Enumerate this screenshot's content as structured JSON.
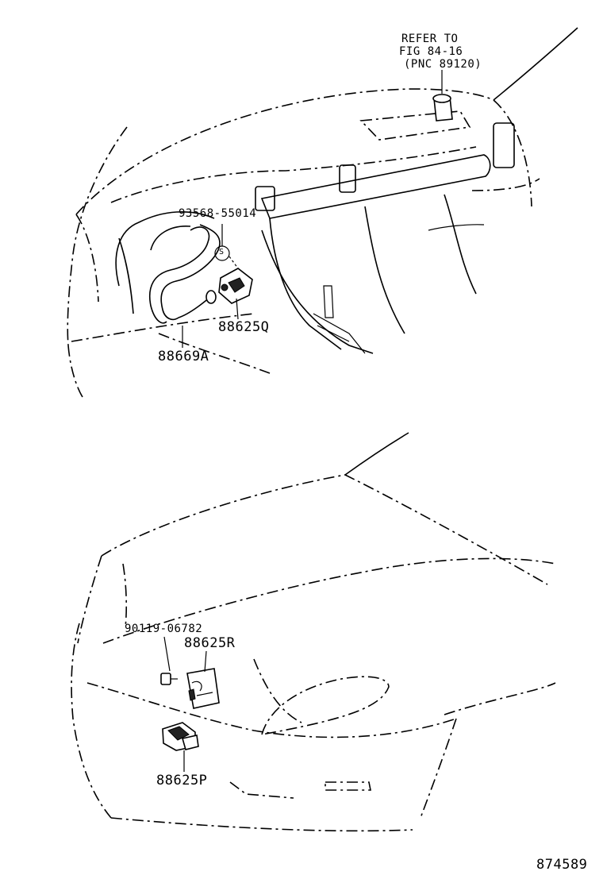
{
  "upper_view": {
    "refer_line1": "REFER TO",
    "refer_line2": "FIG 84-16",
    "refer_line3": "(PNC 89120)",
    "label_bolt": "93568-55014",
    "label_sensor": "88625Q",
    "label_hose": "88669A",
    "symbol_s": "S"
  },
  "lower_view": {
    "label_screw": "90119-06782",
    "label_unit": "88625R",
    "label_sensor": "88625P"
  },
  "figure_number": "874589"
}
